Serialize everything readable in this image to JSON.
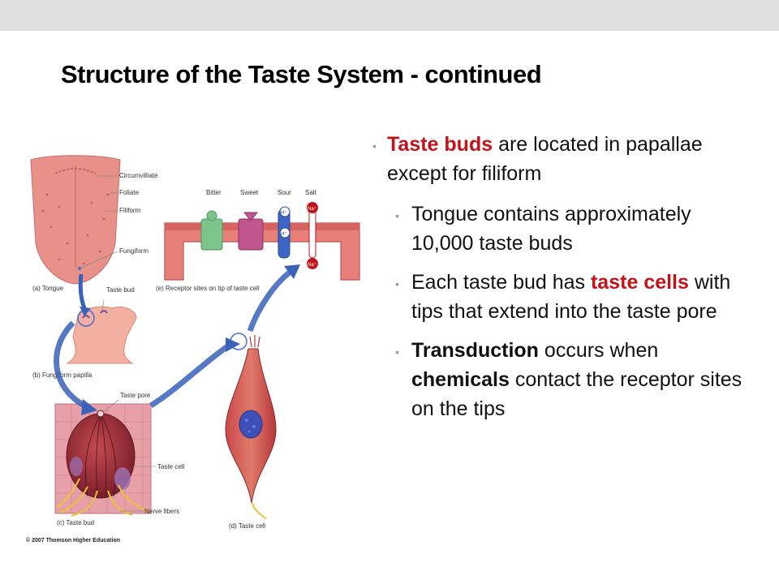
{
  "title": "Structure of the Taste System - continued",
  "bullets": {
    "b1": {
      "em": "Taste buds",
      "rest": " are located in papallae except for filiform"
    },
    "b2": {
      "text": "Tongue contains approximately 10,000 taste buds"
    },
    "b3": {
      "pre": "Each taste bud has ",
      "em": "taste cells",
      "post": " with tips that extend into the taste pore"
    },
    "b4": {
      "em1": "Transduction",
      "mid": " occurs when ",
      "em2": "chemicals",
      "post": " contact the receptor sites on the tips"
    }
  },
  "figure": {
    "labels": {
      "circumvilliate": "Circumvilliate",
      "foliate": "Foliate",
      "filiform": "Filiform",
      "fungiform": "Fungiform",
      "tongue": "(a) Tongue",
      "taste_bud": "Taste bud",
      "fungiform_papilla": "(b) Fungiform papilla",
      "receptor_sites": "(e) Receptor sites on tip of taste cell",
      "bitter": "Bitter",
      "sweet": "Sweet",
      "sour": "Sour",
      "salt": "Salt",
      "h_plus": "H⁺",
      "na_plus": "Na⁺",
      "taste_pore": "Taste pore",
      "taste_cell": "Taste cell",
      "nerve_fibers": "Nerve fibers",
      "taste_bud_c": "(c) Taste bud",
      "taste_cell_d": "(d) Taste cell",
      "copyright": "© 2007 Thomson Higher Education"
    }
  }
}
